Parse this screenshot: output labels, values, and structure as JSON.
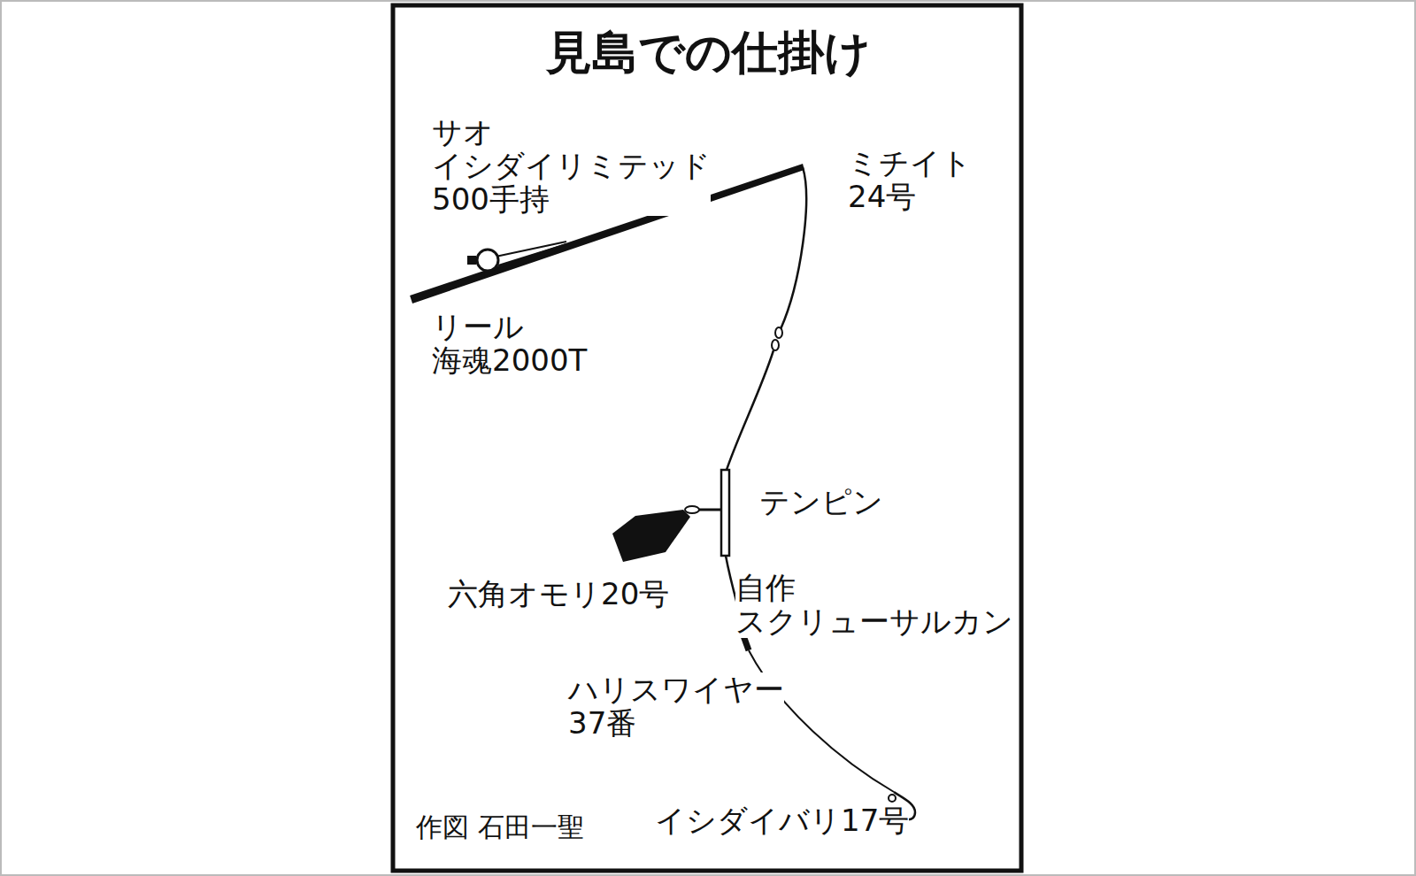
{
  "diagram": {
    "title": "見島での仕掛け",
    "labels": [
      "サオ イシダイリミテッド 500手持",
      "ミチイト 24号",
      "リール 海魂2000T",
      "テンピン",
      "六角オモリ20号",
      "自作 スクリューサルカン",
      "ハリスワイヤー 37番",
      "作図 石田一聖",
      "イシダイバリ17号"
    ]
  }
}
